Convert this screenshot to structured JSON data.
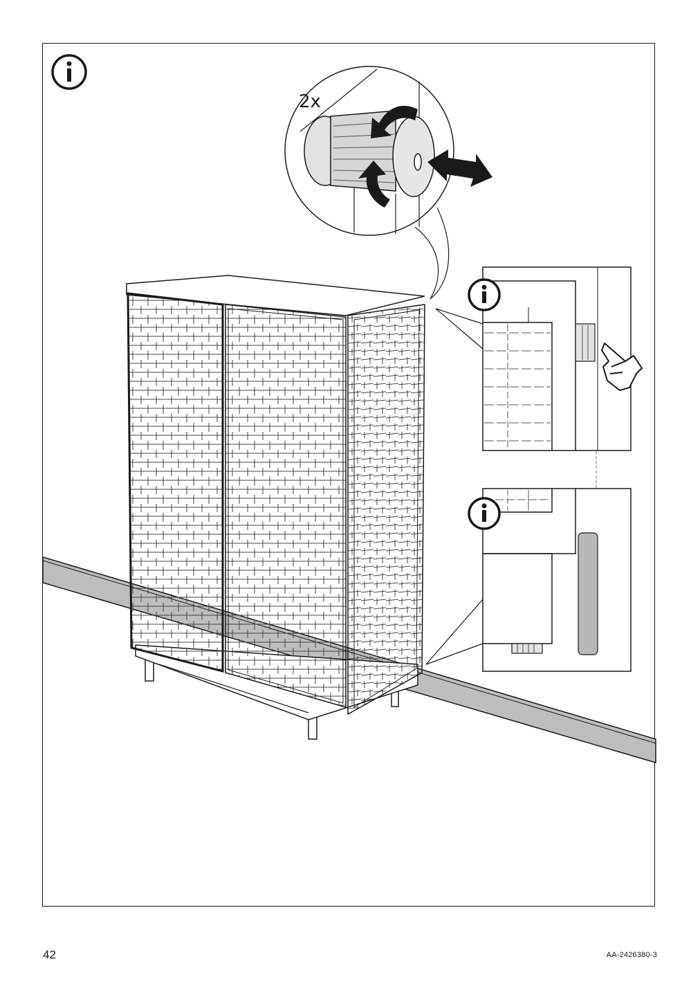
{
  "instruction": {
    "quantity_label": "2x"
  },
  "footer": {
    "page_number": "42",
    "document_code": "AA-2426380-3"
  },
  "icons": [
    "info-icon",
    "rotate-arrow-icon",
    "double-arrow-icon",
    "hand-touch-icon"
  ]
}
